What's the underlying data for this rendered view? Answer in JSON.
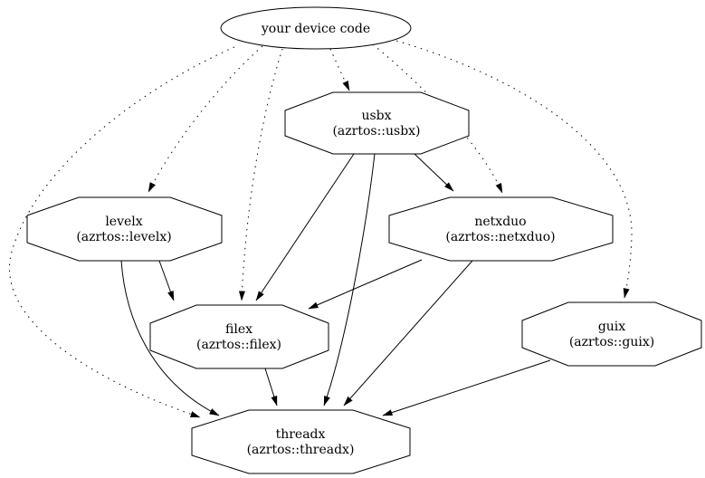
{
  "diagram": {
    "type": "dependency-graph",
    "background_color": "#ffffff",
    "line_color": "#000000",
    "nodes": {
      "device": {
        "label": "your device code",
        "shape": "ellipse"
      },
      "usbx": {
        "label": "usbx",
        "sublabel": "(azrtos::usbx)",
        "shape": "octagon"
      },
      "levelx": {
        "label": "levelx",
        "sublabel": "(azrtos::levelx)",
        "shape": "octagon"
      },
      "netxduo": {
        "label": "netxduo",
        "sublabel": "(azrtos::netxduo)",
        "shape": "octagon"
      },
      "filex": {
        "label": "filex",
        "sublabel": "(azrtos::filex)",
        "shape": "octagon"
      },
      "guix": {
        "label": "guix",
        "sublabel": "(azrtos::guix)",
        "shape": "octagon"
      },
      "threadx": {
        "label": "threadx",
        "sublabel": "(azrtos::threadx)",
        "shape": "octagon"
      }
    },
    "edges": [
      {
        "from": "device",
        "to": "usbx",
        "style": "dotted"
      },
      {
        "from": "device",
        "to": "levelx",
        "style": "dotted"
      },
      {
        "from": "device",
        "to": "netxduo",
        "style": "dotted"
      },
      {
        "from": "device",
        "to": "filex",
        "style": "dotted"
      },
      {
        "from": "device",
        "to": "guix",
        "style": "dotted"
      },
      {
        "from": "device",
        "to": "threadx",
        "style": "dotted"
      },
      {
        "from": "usbx",
        "to": "netxduo",
        "style": "solid"
      },
      {
        "from": "usbx",
        "to": "filex",
        "style": "solid"
      },
      {
        "from": "usbx",
        "to": "threadx",
        "style": "solid"
      },
      {
        "from": "levelx",
        "to": "filex",
        "style": "solid"
      },
      {
        "from": "levelx",
        "to": "threadx",
        "style": "solid"
      },
      {
        "from": "netxduo",
        "to": "filex",
        "style": "solid"
      },
      {
        "from": "netxduo",
        "to": "threadx",
        "style": "solid"
      },
      {
        "from": "filex",
        "to": "threadx",
        "style": "solid"
      },
      {
        "from": "guix",
        "to": "threadx",
        "style": "solid"
      }
    ]
  }
}
